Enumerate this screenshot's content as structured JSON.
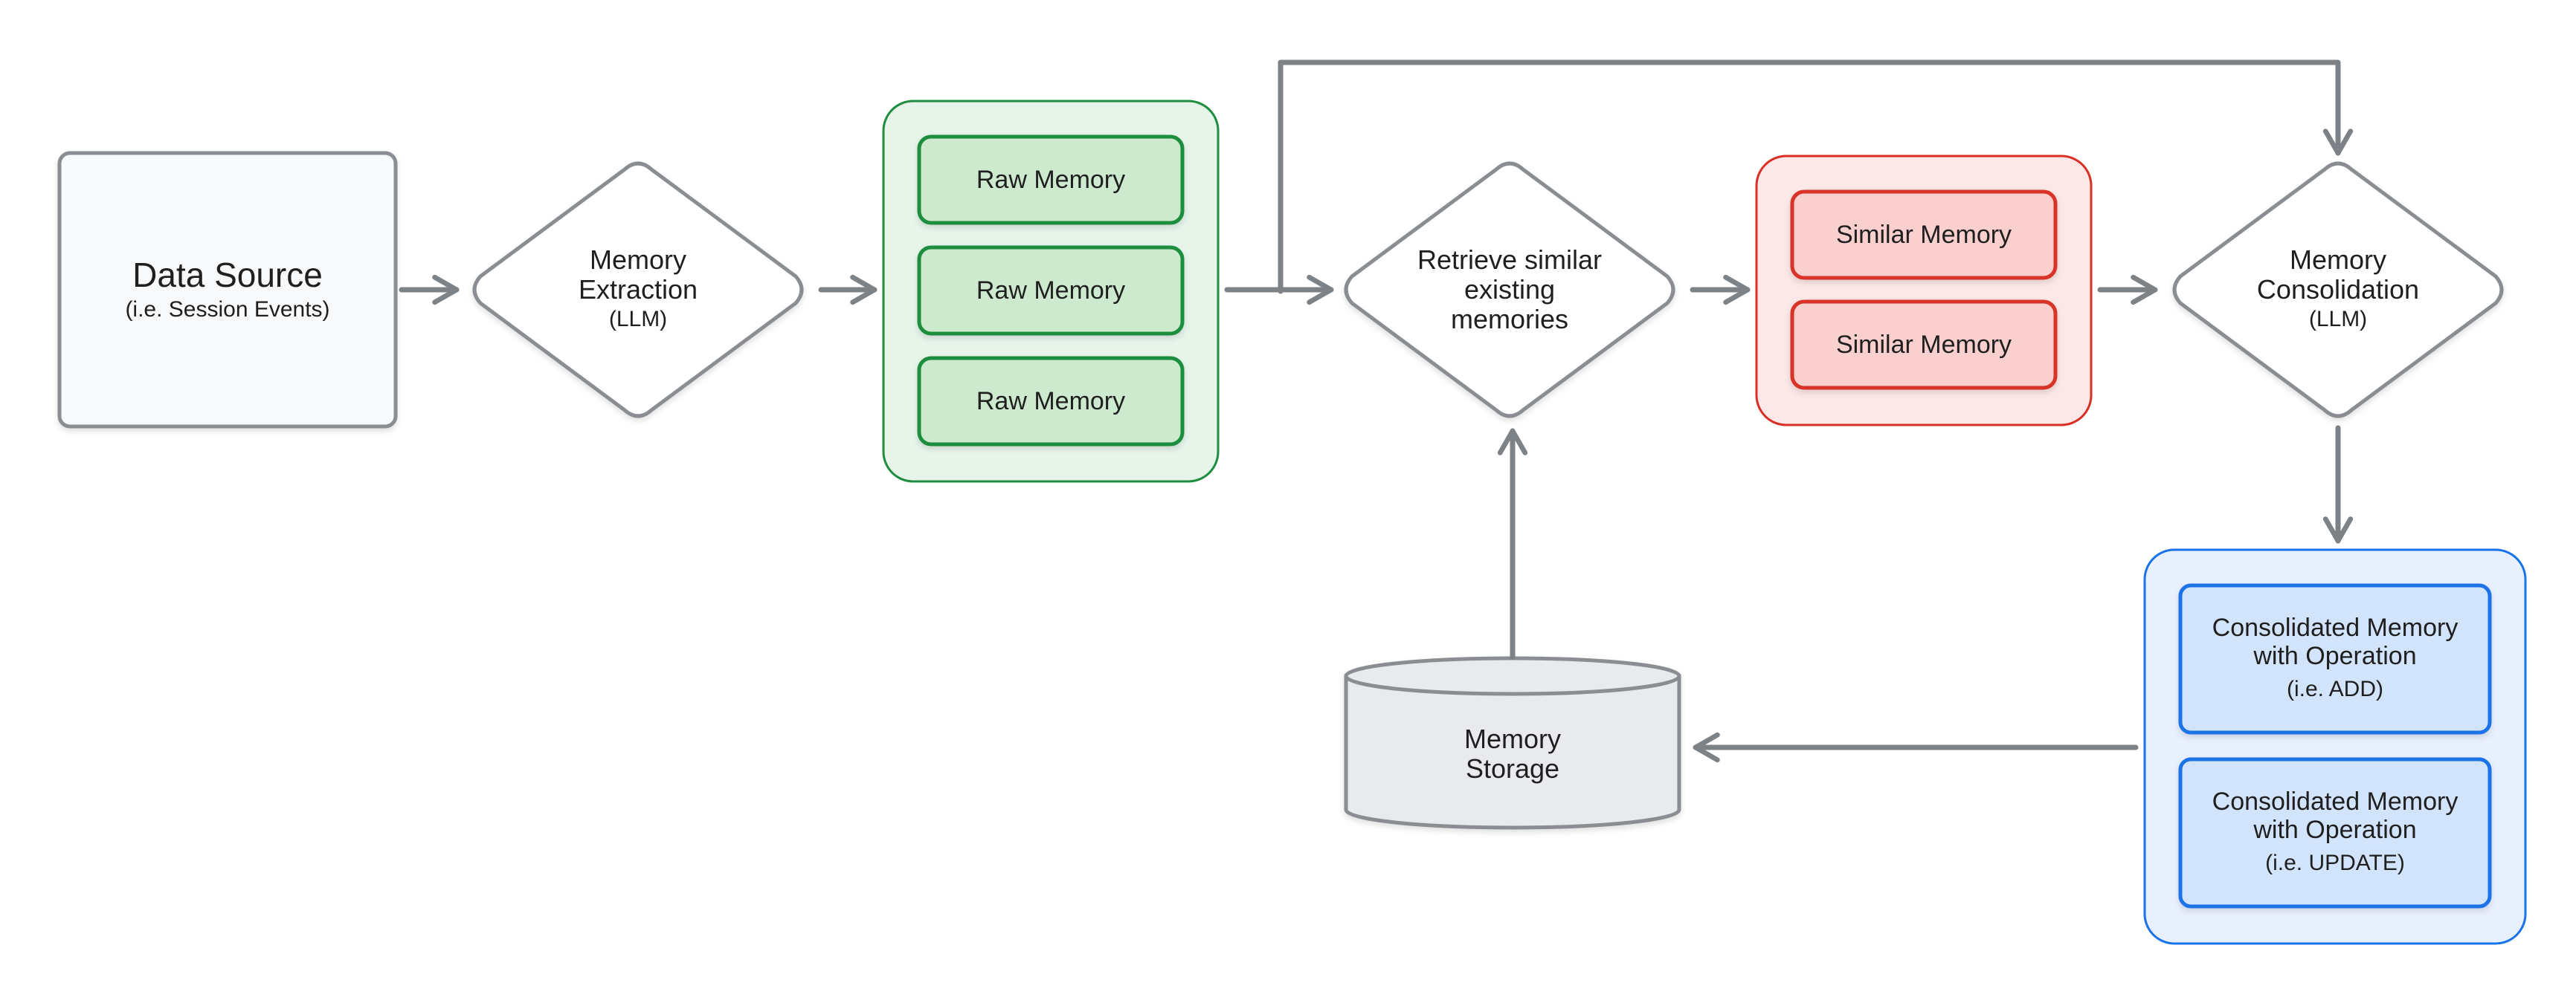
{
  "colors": {
    "arrow": "#7d8287",
    "neutral_fill": "#f8f9fa",
    "neutral_stroke": "#8a8d91",
    "green_panel_fill": "#e6f4ea",
    "green_stroke": "#1e8e3e",
    "green_box_fill": "#cdeacf",
    "red_panel_fill": "#fce8e6",
    "red_stroke": "#d93025",
    "red_box_fill": "#f9d0cd",
    "blue_panel_fill": "#e8f0fe",
    "blue_stroke": "#1a73e8",
    "blue_box_fill": "#d2e3fc",
    "storage_fill": "#e8eaed"
  },
  "data_source": {
    "title": "Data Source",
    "subtitle": "(i.e. Session Events)"
  },
  "extraction": {
    "line1": "Memory",
    "line2": "Extraction",
    "subtitle": "(LLM)"
  },
  "raw_memories": [
    "Raw Memory",
    "Raw Memory",
    "Raw Memory"
  ],
  "retrieve": {
    "line1": "Retrieve similar",
    "line2": "existing",
    "line3": "memories"
  },
  "similar_memories": [
    "Similar Memory",
    "Similar Memory"
  ],
  "consolidation": {
    "line1": "Memory",
    "line2": "Consolidation",
    "subtitle": "(LLM)"
  },
  "consolidated": [
    {
      "line1": "Consolidated Memory",
      "line2": "with Operation",
      "subtitle": "(i.e. ADD)"
    },
    {
      "line1": "Consolidated Memory",
      "line2": "with Operation",
      "subtitle": "(i.e. UPDATE)"
    }
  ],
  "storage": {
    "line1": "Memory",
    "line2": "Storage"
  }
}
